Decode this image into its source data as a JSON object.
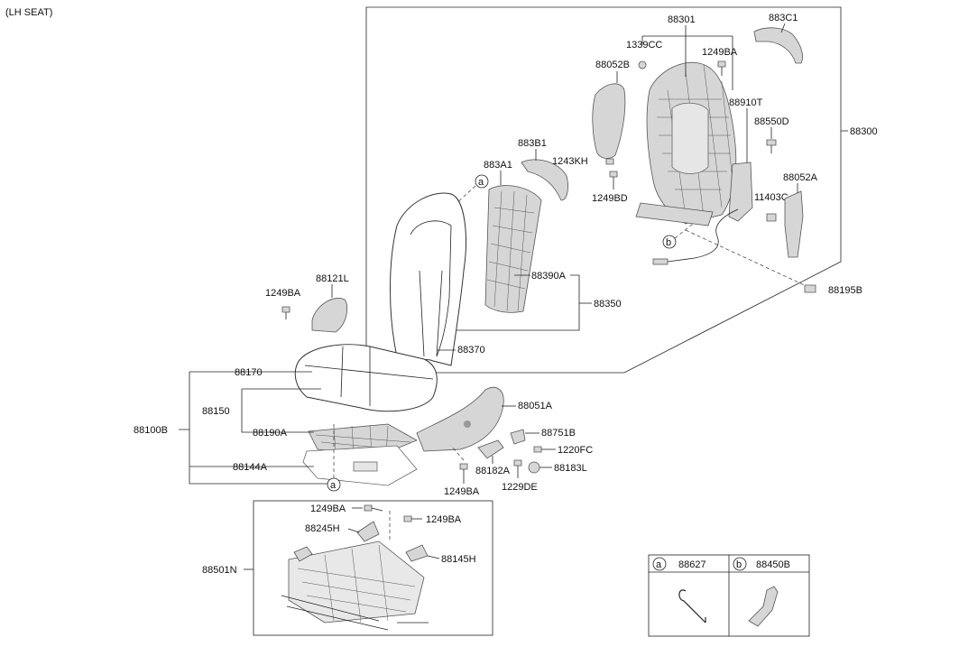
{
  "title": "(LH SEAT)",
  "labels": {
    "p88301": "88301",
    "p883C1": "883C1",
    "p1339CC": "1339CC",
    "p1249BA_top": "1249BA",
    "p88052B": "88052B",
    "p88910T": "88910T",
    "p88550D": "88550D",
    "p88300": "88300",
    "p883B1": "883B1",
    "p1243KH": "1243KH",
    "p883A1": "883A1",
    "p1249BD": "1249BD",
    "p88052A": "88052A",
    "p11403C": "11403C",
    "p88390A": "88390A",
    "p88350": "88350",
    "p88195B": "88195B",
    "p88121L": "88121L",
    "p1249BA_left": "1249BA",
    "p88370": "88370",
    "p88170": "88170",
    "p88150": "88150",
    "p88100B": "88100B",
    "p88190A": "88190A",
    "p88144A": "88144A",
    "p88051A": "88051A",
    "p88751B": "88751B",
    "p1220FC": "1220FC",
    "p88182A": "88182A",
    "p88183L": "88183L",
    "p1229DE": "1229DE",
    "p1249BA_mid": "1249BA",
    "p1249BA_low1": "1249BA",
    "p1249BA_low2": "1249BA",
    "p88245H": "88245H",
    "p88145H": "88145H",
    "p88501N": "88501N"
  },
  "callouts": {
    "a": "a",
    "b": "b"
  },
  "legend": {
    "a_letter": "a",
    "a_part": "88627",
    "b_letter": "b",
    "b_part": "88450B"
  }
}
